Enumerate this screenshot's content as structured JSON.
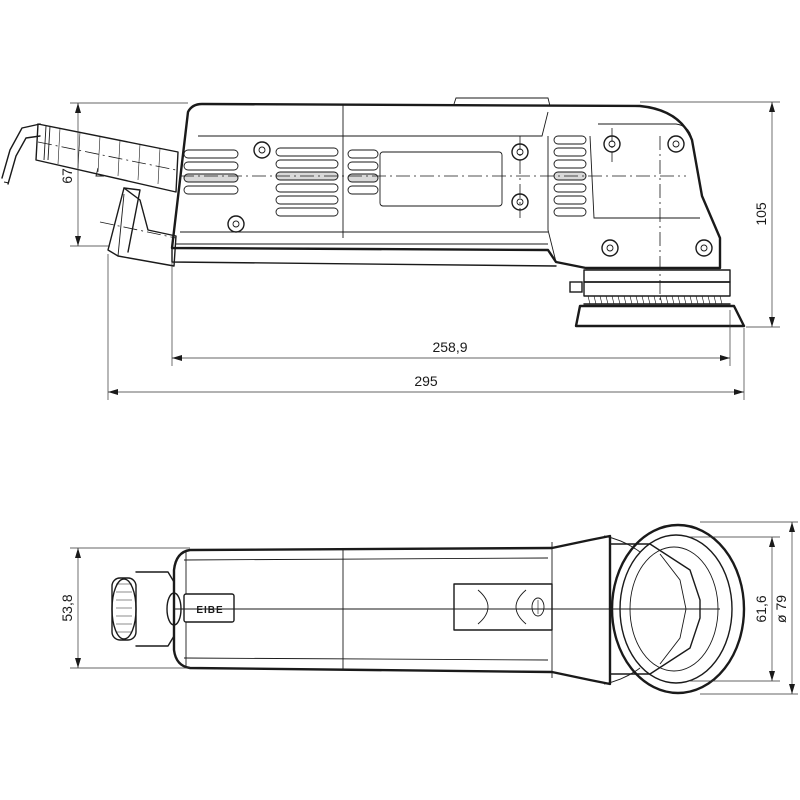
{
  "dimensions": {
    "side_height_front": "105",
    "side_height_hose": "67",
    "length_short": "258,9",
    "length_total": "295",
    "top_width_hose": "53,8",
    "top_width_pad_inner": "61,6",
    "top_width_pad_outer": "ø 79"
  },
  "labels": {
    "brand_plate": "EIBE"
  }
}
